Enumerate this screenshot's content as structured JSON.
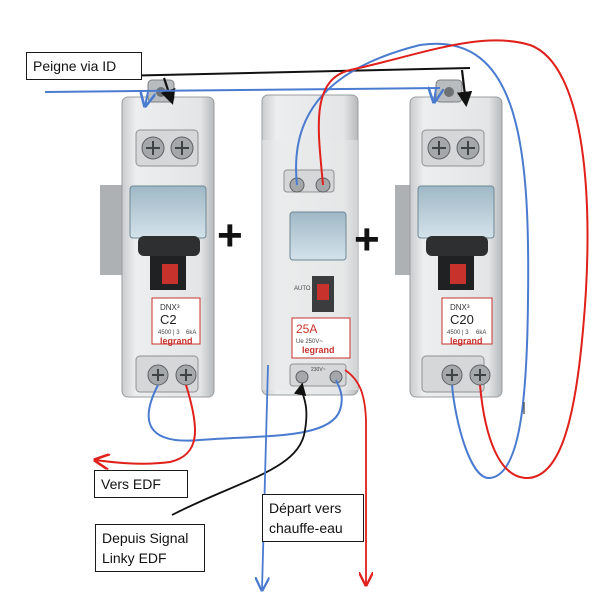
{
  "labels": {
    "peigne": "Peigne via ID",
    "vers_edf": "Vers EDF",
    "depuis_line1": "Depuis Signal",
    "depuis_line2": "Linky EDF",
    "depart_line1": "Départ vers",
    "depart_line2": "chauffe-eau"
  },
  "breaker_left": {
    "series": "DNX³",
    "rating": "C2",
    "capacity": "4500 | 3",
    "kA": "6kA",
    "brand": "legrand"
  },
  "contactor": {
    "rating": "25A",
    "voltage": "Ue 250V~",
    "brand": "legrand",
    "mode": "AUTO",
    "coil": "230V~"
  },
  "breaker_right": {
    "series": "DNX³",
    "rating": "C20",
    "capacity": "4500 | 3",
    "kA": "6kA",
    "brand": "legrand"
  },
  "symbols": {
    "plus": "+"
  },
  "colors": {
    "phase": "#e0201b",
    "neutral": "#4a7bd0",
    "signal": "#111111",
    "brand": "#c8322d"
  }
}
